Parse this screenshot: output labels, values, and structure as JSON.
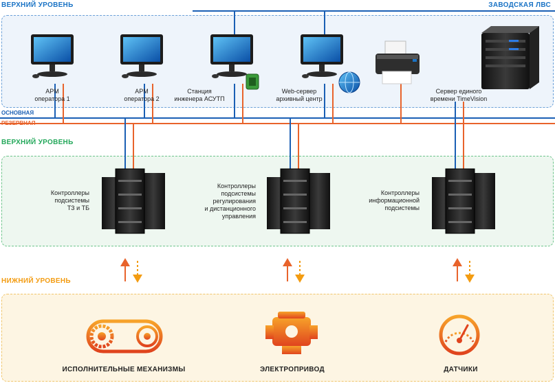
{
  "header": {
    "left_title": "ВЕРХНИЙ УРОВЕНЬ",
    "right_title": "ЗАВОДСКАЯ ЛВС"
  },
  "top_devices": [
    {
      "icon": "monitor-icon",
      "label_line1": "АРМ",
      "label_line2": "оператора 1"
    },
    {
      "icon": "monitor-icon",
      "label_line1": "АРМ",
      "label_line2": "оператора 2"
    },
    {
      "icon": "monitor-icon",
      "label_line1": "Станция",
      "label_line2": "инженера АСУТП"
    },
    {
      "icon": "monitor-icon",
      "label_line1": "Web-сервер",
      "label_line2": "архивный центр"
    },
    {
      "icon": "printer-icon",
      "label_line1": "",
      "label_line2": ""
    },
    {
      "icon": "server-icon",
      "label_line1": "Сервер единого",
      "label_line2": "времени TimeVision"
    }
  ],
  "bus": {
    "main_label": "ОСНОВНАЯ",
    "reserve_label": "РЕЗЕРВНАЯ",
    "main_color": "#1a5fb4",
    "reserve_color": "#e8632b"
  },
  "middle": {
    "title": "ВЕРХНИЙ УРОВЕНЬ",
    "controllers": [
      {
        "line1": "Контроллеры",
        "line2": "подсистемы",
        "line3": "ТЗ и ТБ",
        "line4": ""
      },
      {
        "line1": "Контроллеры",
        "line2": "подсистемы",
        "line3": "регулирования",
        "line4": "и дистанционного",
        "line5": "управления"
      },
      {
        "line1": "Контроллеры",
        "line2": "информационной",
        "line3": "подсистемы",
        "line4": ""
      }
    ]
  },
  "bottom": {
    "title": "НИЖНИЙ УРОВЕНЬ",
    "items": [
      {
        "icon": "gear-belt-icon",
        "label": "ИСПОЛНИТЕЛЬНЫЕ МЕХАНИЗМЫ"
      },
      {
        "icon": "engine-icon",
        "label": "ЭЛЕКТРОПРИВОД"
      },
      {
        "icon": "gauge-icon",
        "label": "ДАТЧИКИ"
      }
    ]
  },
  "colors": {
    "blue": "#1a73c5",
    "green": "#23a85a",
    "orange": "#f39c12",
    "red": "#e8632b"
  }
}
